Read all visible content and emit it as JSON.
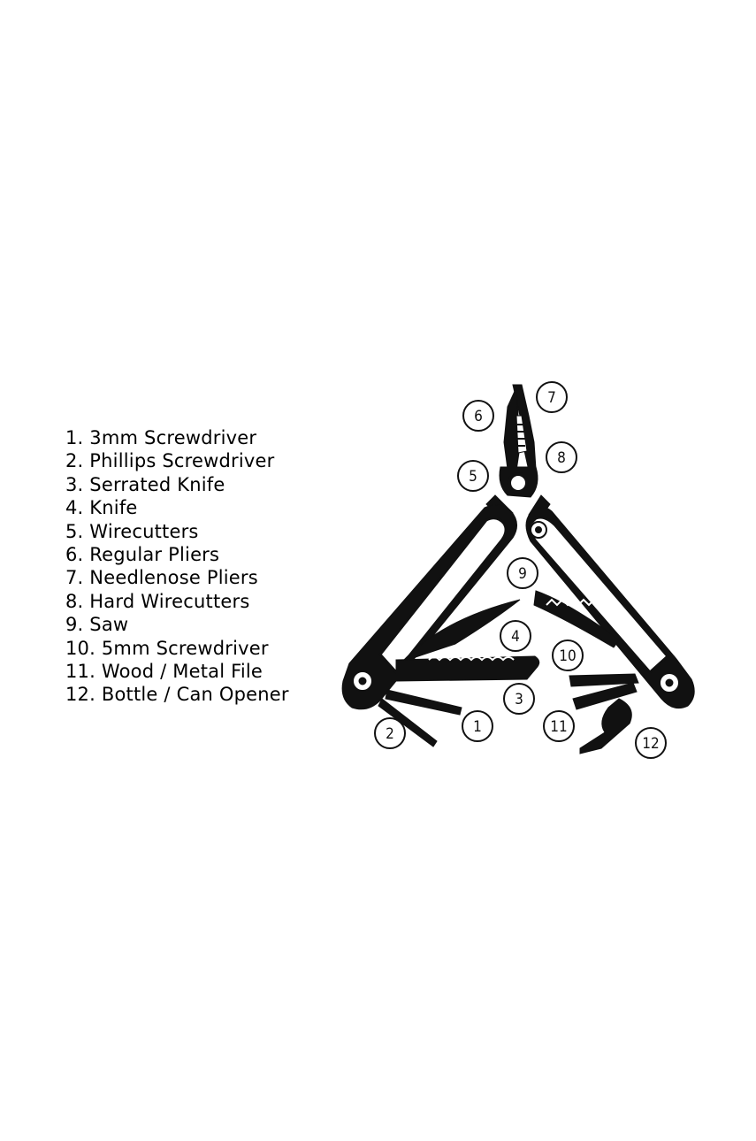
{
  "legend": {
    "items": [
      "1. 3mm Screwdriver",
      "2. Phillips Screwdriver",
      "3. Serrated Knife",
      "4. Knife",
      "5. Wirecutters",
      "6. Regular Pliers",
      "7. Needlenose Pliers",
      "8. Hard Wirecutters",
      "9. Saw",
      "10. 5mm Screwdriver",
      "11. Wood / Metal File",
      "12. Bottle / Can Opener"
    ]
  },
  "callouts": [
    "1",
    "2",
    "3",
    "4",
    "5",
    "6",
    "7",
    "8",
    "9",
    "10",
    "11",
    "12"
  ],
  "colors": {
    "ink": "#111111",
    "background": "#ffffff"
  }
}
